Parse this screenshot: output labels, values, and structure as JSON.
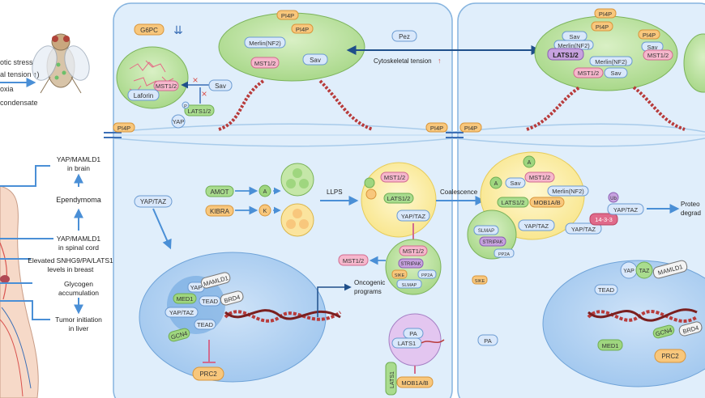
{
  "left": {
    "stress_line1": "otic stress",
    "stress_line2": "al tension ↑)",
    "stress_line3": "oxia",
    "condensate": " condensate",
    "outcomes": [
      {
        "line1": "YAP/MAMLD1",
        "line2": "in brain"
      },
      {
        "line1": "Ependymoma",
        "line2": ""
      },
      {
        "line1": "YAP/MAMLD1",
        "line2": "in spinal cord"
      },
      {
        "line1": "Elevated SNHG9/PA/LATS1",
        "line2": "levels in  breast"
      },
      {
        "line1": "Glycogen",
        "line2": "accumulation"
      },
      {
        "line1": "Tumor initiation",
        "line2": "in liver"
      }
    ]
  },
  "top_panel": {
    "g6pc": "G6PC",
    "down_arrows": "⇊",
    "pi4p": "PI4P",
    "merlin": "Merlin(NF2)",
    "mst": "MST1/2",
    "sav": "Sav",
    "laforin": "Laforin",
    "lats": "LATS1/2",
    "yap": "YAP",
    "pez": "Pez",
    "cyto_tension": "Cytoskeletal tension",
    "up_arrow": "↑",
    "p": "P",
    "x_mark": "×"
  },
  "right_top": {
    "pi4p": "PI4P",
    "sav": "Sav",
    "merlin": "Merlin(NF2)",
    "lats": "LATS1/2",
    "mst": "MST1/2"
  },
  "middle": {
    "yap_taz": "YAP/TAZ",
    "amot": "AMOT",
    "kibra": "KIBRA",
    "a": "A",
    "k": "K",
    "llps": "LLPS",
    "mst": "MST1/2",
    "lats": "LATS1/2",
    "stripak": "STRIPAK",
    "pp2a": "PP2A",
    "sike": "SIKE",
    "slmap": "SLMAP",
    "pa": "PA",
    "lats1": "LATS1",
    "mob": "MOB1A/B",
    "oncogenic": "Oncogenic",
    "programs": "programs"
  },
  "nucleus_left": {
    "yap": "YAP",
    "med1": "MED1",
    "mamld1": "MAMLD1",
    "tead": "TEAD",
    "brd4": "BRD4",
    "yap_taz": "YAP/TAZ",
    "gcn4": "GCN4",
    "prc2": "PRC2"
  },
  "right_middle": {
    "coalescence": "Coalescence",
    "sav": "Sav",
    "mst": "MST1/2",
    "merlin": "Merlin(NF2)",
    "lats": "LATS1/2",
    "mob": "MOB1A/B",
    "ub": "Ub",
    "p1433": "14-3-3",
    "yap_taz": "YAP/TAZ",
    "proteo1": "Proteo",
    "proteo2": "degrad",
    "slmap": "SLMAP",
    "stripak": "STRIPAK",
    "pp2a": "PP2A",
    "sike": "SIKE",
    "pa": "PA",
    "a": "A"
  },
  "nucleus_right": {
    "yap": "YAP",
    "taz": "TAZ",
    "mamld1": "MAMLD1",
    "tead": "TEAD",
    "gcn4": "GCN4",
    "brd4": "BRD4",
    "med1": "MED1",
    "prc2": "PRC2"
  },
  "colors": {
    "cell_fill": "#dcecfa",
    "cell_stroke": "#7fb0dd",
    "membrane": "#b9dd9a",
    "blue_label": "#d9e8fb",
    "pink_label": "#f6b7cc",
    "green_label": "#a9dc8e",
    "orange_label": "#f8c77c",
    "purple_label": "#c7a2df",
    "condensate": "#fbeea2",
    "arrow": "#4a8fd6"
  }
}
